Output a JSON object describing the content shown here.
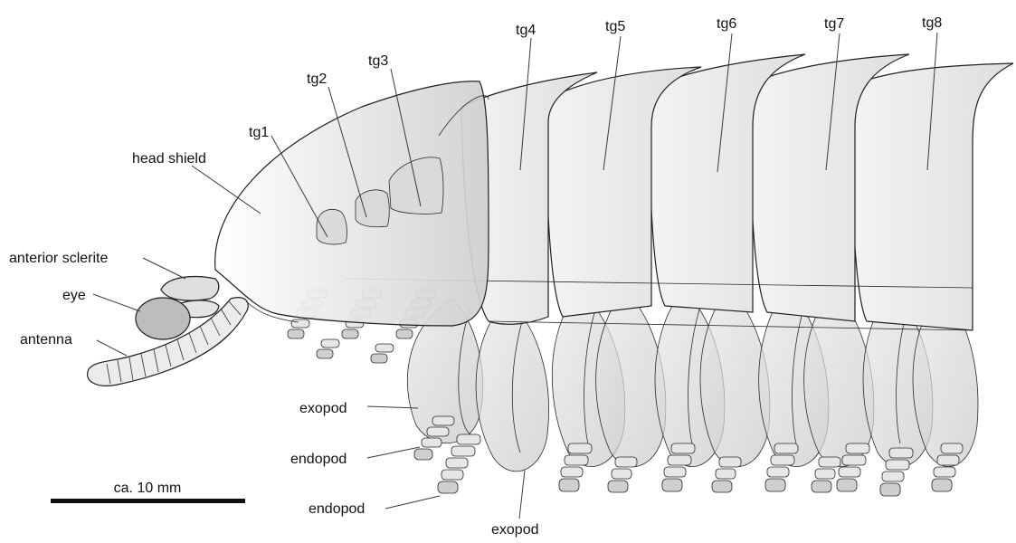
{
  "labels": {
    "tg1": "tg1",
    "tg2": "tg2",
    "tg3": "tg3",
    "tg4": "tg4",
    "tg5": "tg5",
    "tg6": "tg6",
    "tg7": "tg7",
    "tg8": "tg8",
    "head_shield": "head shield",
    "anterior_sclerite": "anterior sclerite",
    "eye": "eye",
    "antenna": "antenna",
    "exopod_upper": "exopod",
    "endopod_upper": "endopod",
    "endopod_lower": "endopod",
    "exopod_lower": "exopod"
  },
  "scale_bar": {
    "label": "ca. 10 mm"
  }
}
